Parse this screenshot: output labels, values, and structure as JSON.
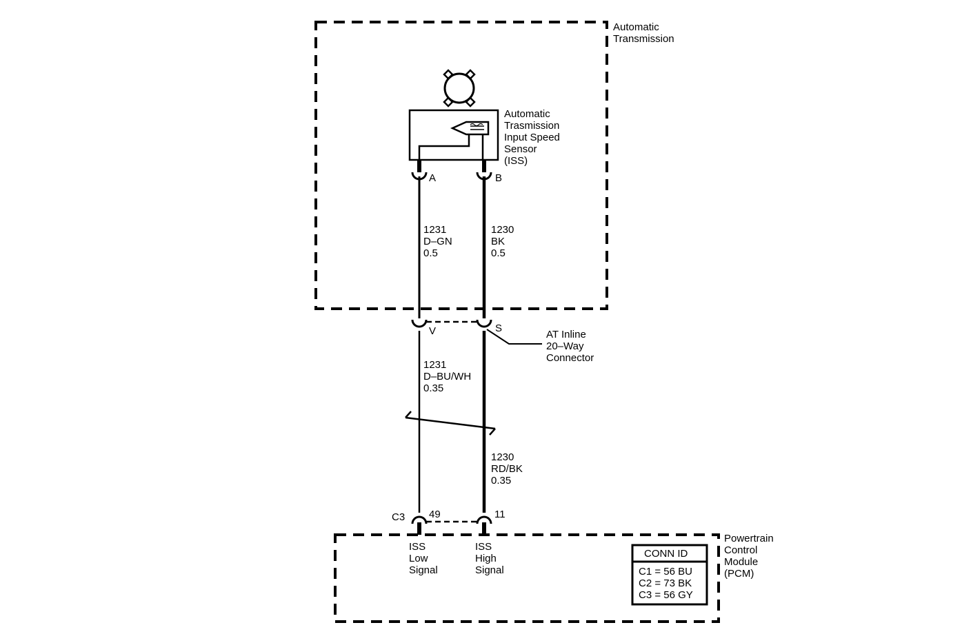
{
  "transmission": {
    "title_line1": "Automatic",
    "title_line2": "Transmission"
  },
  "sensor": {
    "name_lines": [
      "Automatic",
      "Trasmission",
      "Input Speed",
      "Sensor",
      "(ISS)"
    ],
    "pin_a": "A",
    "pin_b": "B"
  },
  "wires_upper": {
    "left": {
      "circuit": "1231",
      "color": "D–GN",
      "gauge": "0.5"
    },
    "right": {
      "circuit": "1230",
      "color": "BK",
      "gauge": "0.5"
    }
  },
  "inline_connector": {
    "pin_left": "V",
    "pin_right": "S",
    "label_lines": [
      "AT Inline",
      "20–Way",
      "Connector"
    ]
  },
  "wires_lower": {
    "left": {
      "circuit": "1231",
      "color": "D–BU/WH",
      "gauge": "0.35"
    },
    "right": {
      "circuit": "1230",
      "color": "RD/BK",
      "gauge": "0.35"
    }
  },
  "pcm_connector": {
    "connector": "C3",
    "pin_left": "49",
    "pin_right": "11"
  },
  "pcm": {
    "title_lines": [
      "Powertrain",
      "Control",
      "Module",
      "(PCM)"
    ],
    "signal_left_lines": [
      "ISS",
      "Low",
      "Signal"
    ],
    "signal_right_lines": [
      "ISS",
      "High",
      "Signal"
    ]
  },
  "conn_id_table": {
    "header": "CONN ID",
    "rows": [
      "C1 = 56 BU",
      "C2 = 73 BK",
      "C3 = 56 GY"
    ]
  }
}
